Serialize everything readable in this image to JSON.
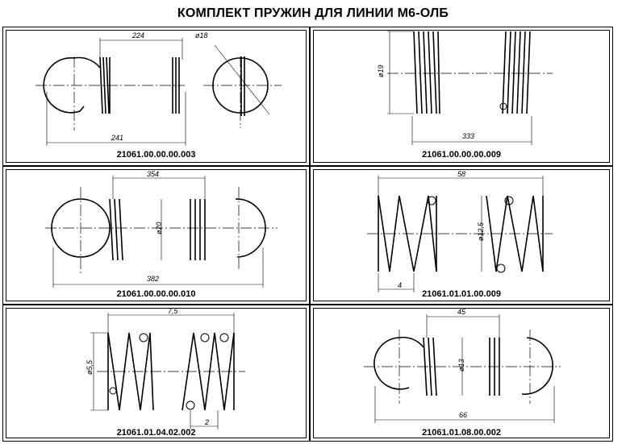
{
  "title": "КОМПЛЕКТ ПРУЖИН ДЛЯ ЛИНИИ М6-ОЛБ",
  "panels": [
    {
      "code": "21061.00.00.00.003",
      "dims": {
        "d1": "224",
        "d2": "ø18",
        "d3": "241"
      }
    },
    {
      "code": "21061.00.00.00.009",
      "dims": {
        "d1": "ø19",
        "d2": "333"
      }
    },
    {
      "code": "21061.00.00.00.010",
      "dims": {
        "d1": "354",
        "d2": "ø20",
        "d3": "382"
      }
    },
    {
      "code": "21061.01.01.00.009",
      "dims": {
        "d1": "58",
        "d2": "ø12,5",
        "d3": "4"
      }
    },
    {
      "code": "21061.01.04.02.002",
      "dims": {
        "d1": "7,5",
        "d2": "ø5,5",
        "d3": "2"
      }
    },
    {
      "code": "21061.01.08.00.002",
      "dims": {
        "d1": "45",
        "d2": "ø13",
        "d3": "66"
      }
    }
  ]
}
